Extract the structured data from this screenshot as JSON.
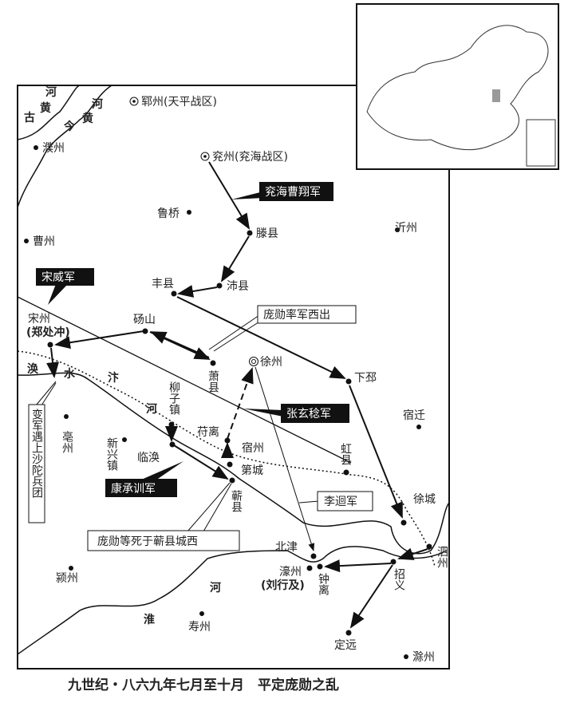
{
  "caption": "九世纪・八六九年七月至十月　平定庞勋之乱",
  "rivers": {
    "yellow_old": [
      "古",
      "黄",
      "河"
    ],
    "yellow_now": [
      "今",
      "黄",
      "河"
    ],
    "huan": [
      "涣",
      "水"
    ],
    "bian": [
      "汴",
      "河"
    ],
    "huai": [
      "淮",
      "河"
    ]
  },
  "places": {
    "yunzhou": "郓州(天平战区)",
    "yanzhou": "兖州(兖海战区)",
    "puzhou": "濮州",
    "luqiao": "鲁桥",
    "tengxian": "滕县",
    "caozhou": "曹州",
    "peixian": "沛县",
    "fengxian": "丰县",
    "yizhou": "沂州",
    "songzhou": "宋州",
    "songzhou_note": "(郑处冲)",
    "dangshan": "砀山",
    "xiaoxian": "萧县",
    "xuzhou": "徐州",
    "xiapi": "下邳",
    "suqian": "宿迁",
    "liuzizhen": "柳子镇",
    "xinxingzhen": "新兴镇",
    "bozhou": "亳州",
    "linhuan": "临涣",
    "fuli": "苻离",
    "suzhou": "宿州",
    "dicheng": "第城",
    "qixian": "蕲县",
    "hongxian": "虹县",
    "xucheng": "徐城",
    "sizhou": "泗州",
    "zhaoyi": "招义",
    "beijin": "北津",
    "haozhou": "濠州",
    "haozhou_note": "(刘行及)",
    "zhongli": "钟离",
    "dingyuan": "定远",
    "yingzhou": "颍州",
    "shouzhou": "寿州",
    "chuzhou": "滁州"
  },
  "callouts": {
    "yanhai": "兖海曹翔军",
    "songwei": "宋威军",
    "pangxun_west": "庞勋率军西出",
    "zhangxuan": "张玄稔军",
    "kangcheng": "康承训军",
    "lijiong": "李迴军",
    "pangxun_death": "庞勋等死于蕲县城西",
    "shatuo": "变军遇上沙陀兵团"
  }
}
